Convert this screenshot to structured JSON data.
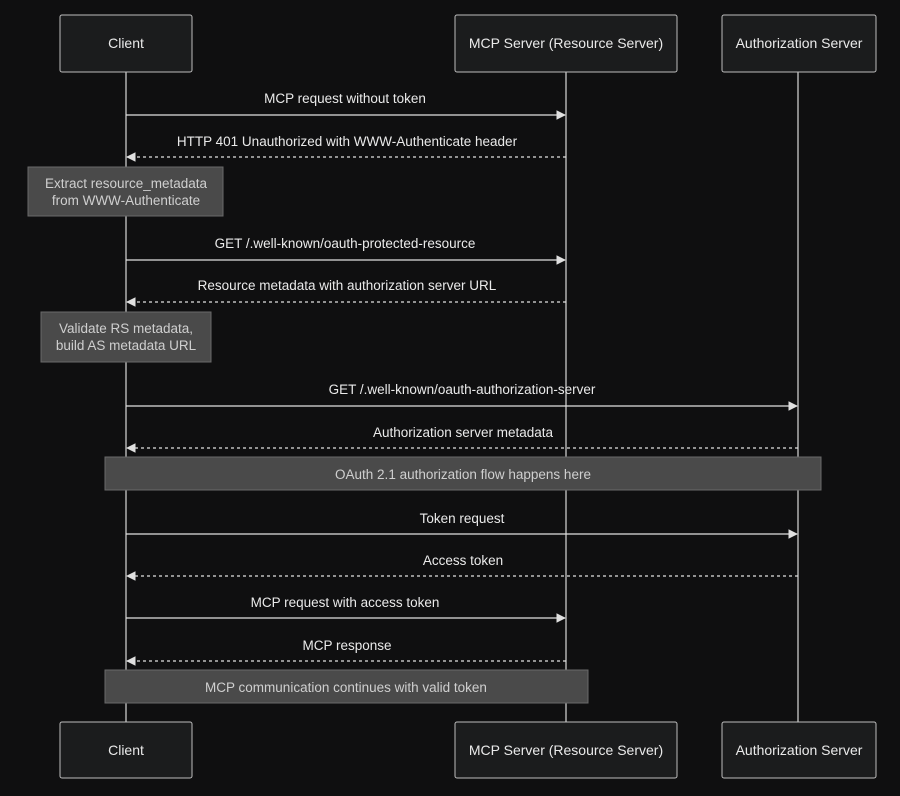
{
  "actors": [
    {
      "id": "client",
      "label": "Client"
    },
    {
      "id": "mcp",
      "label": "MCP Server (Resource Server)"
    },
    {
      "id": "auth",
      "label": "Authorization Server"
    }
  ],
  "messages": [
    {
      "from": "client",
      "to": "mcp",
      "style": "solid",
      "label": "MCP request without token"
    },
    {
      "from": "mcp",
      "to": "client",
      "style": "dashed",
      "label": "HTTP 401 Unauthorized with WWW-Authenticate header"
    },
    {
      "from": "client",
      "to": "mcp",
      "style": "solid",
      "label": "GET /.well-known/oauth-protected-resource"
    },
    {
      "from": "mcp",
      "to": "client",
      "style": "dashed",
      "label": "Resource metadata with authorization server URL"
    },
    {
      "from": "client",
      "to": "auth",
      "style": "solid",
      "label": "GET /.well-known/oauth-authorization-server"
    },
    {
      "from": "auth",
      "to": "client",
      "style": "dashed",
      "label": "Authorization server metadata"
    },
    {
      "from": "client",
      "to": "auth",
      "style": "solid",
      "label": "Token request"
    },
    {
      "from": "auth",
      "to": "client",
      "style": "dashed",
      "label": "Access token"
    },
    {
      "from": "client",
      "to": "mcp",
      "style": "solid",
      "label": "MCP request with access token"
    },
    {
      "from": "mcp",
      "to": "client",
      "style": "dashed",
      "label": "MCP response"
    }
  ],
  "notes": [
    {
      "lines": [
        "Extract resource_metadata",
        "from WWW-Authenticate"
      ]
    },
    {
      "lines": [
        "Validate RS metadata,",
        "build AS metadata URL"
      ]
    },
    {
      "lines": [
        "OAuth 2.1 authorization flow happens here"
      ]
    },
    {
      "lines": [
        "MCP communication continues with valid token"
      ]
    }
  ]
}
